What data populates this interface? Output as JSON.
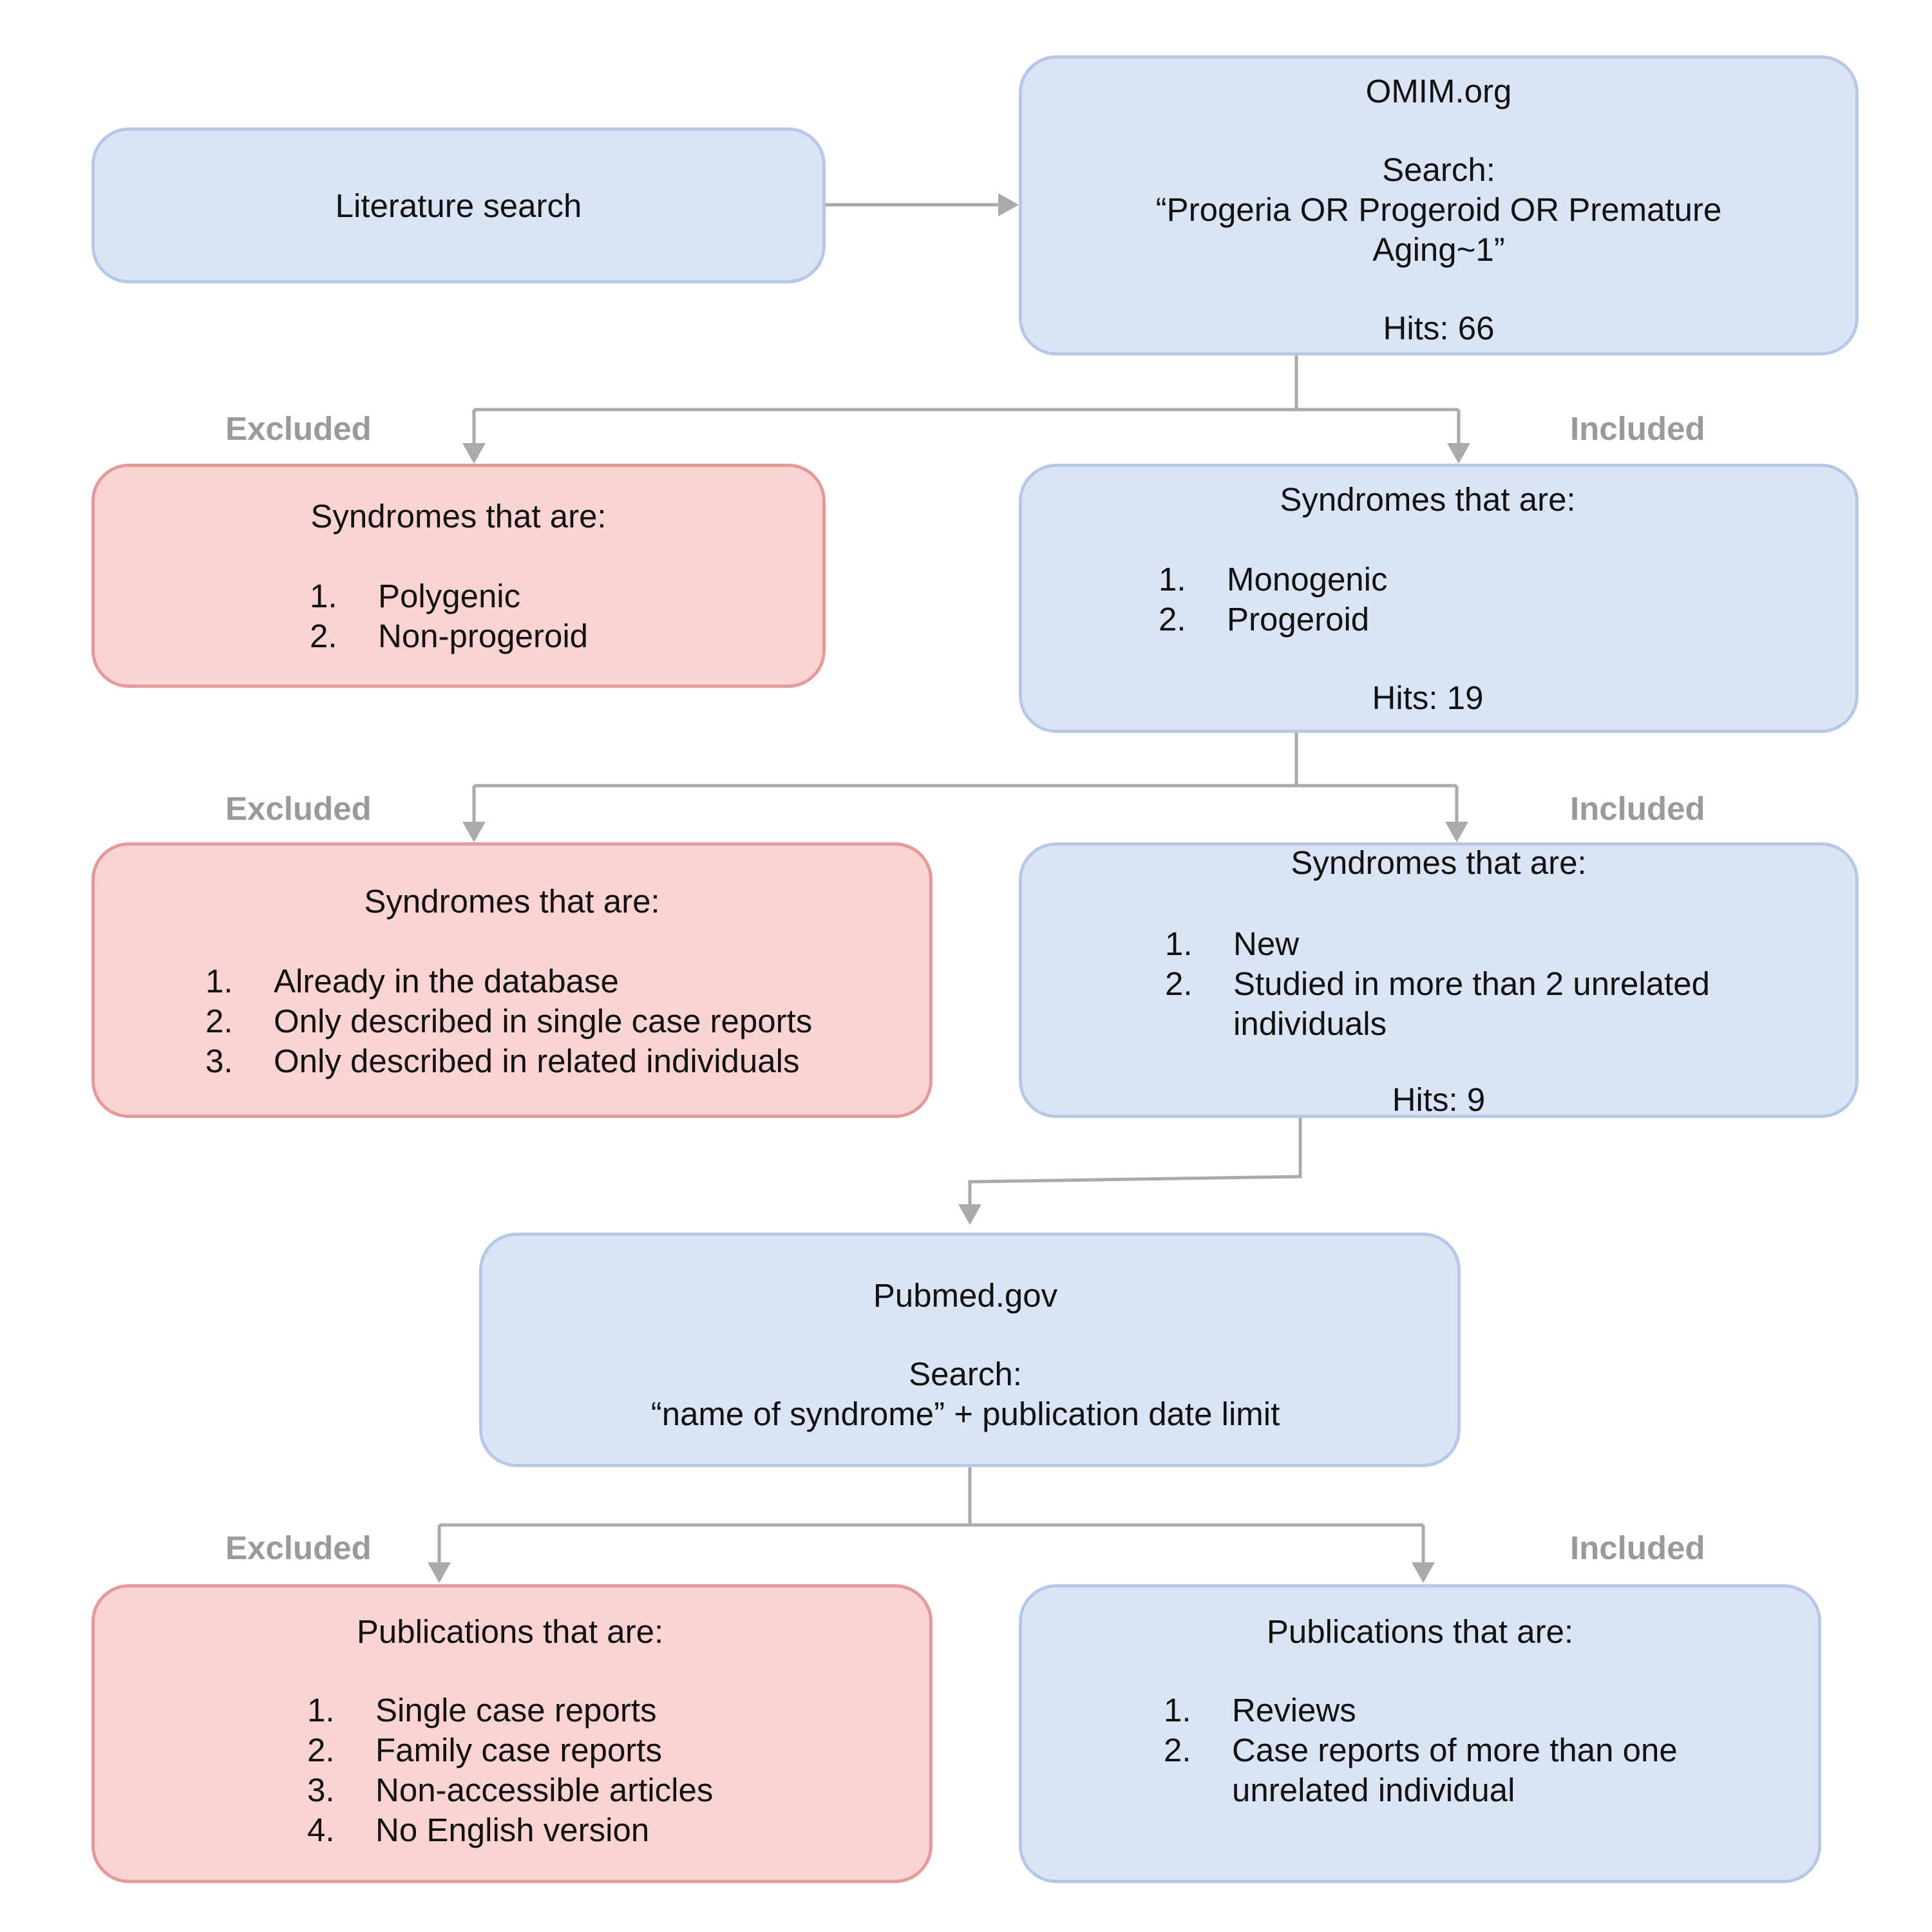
{
  "colors": {
    "blue_fill": "#dbe4f4",
    "blue_border": "#b7c7e6",
    "red_fill": "#fbd3d3",
    "red_border": "#e59a9a",
    "arrow": "#aaaaaa",
    "label_grey": "#9a9a9a"
  },
  "literature": {
    "title": "Literature search"
  },
  "omim": {
    "title": "OMIM.org",
    "search_label": "Search:",
    "query_line1": "“Progeria OR Progeroid OR Premature",
    "query_line2": "Aging~1”",
    "hits": "Hits: 66"
  },
  "level1": {
    "excluded_label": "Excluded",
    "included_label": "Included",
    "excluded": {
      "heading": "Syndromes that are:",
      "items": [
        {
          "num": "1.",
          "text": "Polygenic"
        },
        {
          "num": "2.",
          "text": "Non-progeroid"
        }
      ]
    },
    "included": {
      "heading": "Syndromes that are:",
      "items": [
        {
          "num": "1.",
          "text": "Monogenic"
        },
        {
          "num": "2.",
          "text": "Progeroid"
        }
      ],
      "hits": "Hits: 19"
    }
  },
  "level2": {
    "excluded_label": "Excluded",
    "included_label": "Included",
    "excluded": {
      "heading": "Syndromes that are:",
      "items": [
        {
          "num": "1.",
          "text": "Already in the database"
        },
        {
          "num": "2.",
          "text": "Only described in single case reports"
        },
        {
          "num": "3.",
          "text": "Only described in related individuals"
        }
      ]
    },
    "included": {
      "heading": "Syndromes that are:",
      "items": [
        {
          "num": "1.",
          "text": "New"
        },
        {
          "num": "2.",
          "text": "Studied in more than 2 unrelated",
          "text2": "individuals"
        }
      ],
      "hits": "Hits: 9"
    }
  },
  "pubmed": {
    "title": "Pubmed.gov",
    "search_label": "Search:",
    "query": "“name of syndrome” + publication date limit"
  },
  "level3": {
    "excluded_label": "Excluded",
    "included_label": "Included",
    "excluded": {
      "heading": "Publications that are:",
      "items": [
        {
          "num": "1.",
          "text": "Single case reports"
        },
        {
          "num": "2.",
          "text": "Family case reports"
        },
        {
          "num": "3.",
          "text": "Non-accessible articles"
        },
        {
          "num": "4.",
          "text": "No English version"
        }
      ]
    },
    "included": {
      "heading": "Publications that are:",
      "items": [
        {
          "num": "1.",
          "text": "Reviews"
        },
        {
          "num": "2.",
          "text": "Case reports of more than one",
          "text2": "unrelated individual"
        }
      ]
    }
  }
}
